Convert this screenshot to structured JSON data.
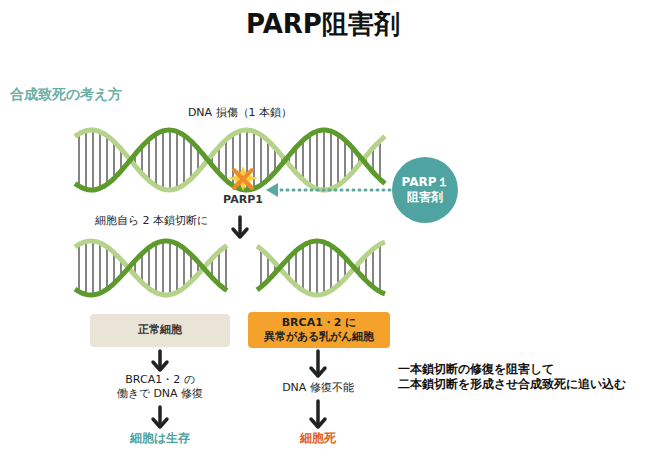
{
  "diagram": {
    "title": "PARP阻害剤",
    "nodes": [
      {
        "text": [
          "PARP１ 阻害剤"
        ]
      },
      {
        "text": [
          "正常細胞"
        ]
      },
      {
        "text": [
          "BRCA1・2 に 異常がある乳がん細胞"
        ]
      }
    ],
    "labels": [
      "合成致死の考え方",
      "DNA 損傷（1 本鎖）",
      "PARP1",
      "細胞自ら 2 本鎖切断に",
      "BRCA1・2 の 働きで DNA 修復",
      "細胞は生存",
      "DNA 修復不能",
      "細胞死",
      "一本鎖切断の修復を阻害して 二本鎖切断を形成させ合成致死に追い込む"
    ]
  }
}
